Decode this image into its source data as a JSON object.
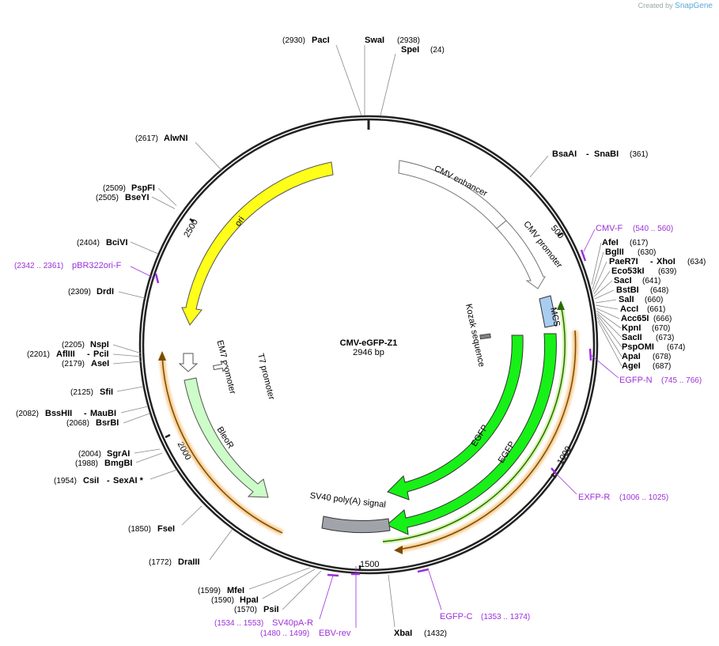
{
  "credit": {
    "prefix": "Created by",
    "brand": "SnapGene"
  },
  "plasmid": {
    "name": "CMV-eGFP-Z1",
    "length_label": "2946 bp",
    "length": 2946
  },
  "ticks": [
    "500",
    "1000",
    "1500",
    "2000",
    "2500"
  ],
  "features": [
    {
      "label": "CMV enhancer",
      "color": "#ffffff"
    },
    {
      "label": "CMV promoter",
      "color": "#ffffff"
    },
    {
      "label": "MCS",
      "color": "#a9cdf0"
    },
    {
      "label": "Kozak sequence",
      "color": "#808080"
    },
    {
      "label": "EGFP",
      "color": "#17f117"
    },
    {
      "label": "EGFP",
      "color": "#17f117"
    },
    {
      "label": "SV40 poly(A) signal",
      "color": "#a0a4aa"
    },
    {
      "label": "BleoR",
      "color": "#ccfcc8"
    },
    {
      "label": "EM7 promoter",
      "color": "#ffffff"
    },
    {
      "label": "T7 promoter",
      "color": "#ffffff"
    },
    {
      "label": "ori",
      "color": "#ffff1a"
    }
  ],
  "sites": [
    {
      "name": "PacI",
      "pos": "(2930)"
    },
    {
      "name": "SwaI",
      "pos": "(2938)"
    },
    {
      "name": "SpeI",
      "pos": "(24)"
    },
    {
      "name": "BsaAI",
      "name2": "SnaBI",
      "pos": "(361)"
    },
    {
      "name": "AfeI",
      "pos": "(617)"
    },
    {
      "name": "BglII",
      "pos": "(630)"
    },
    {
      "name": "PaeR7I",
      "name2": "XhoI",
      "pos": "(634)"
    },
    {
      "name": "Eco53kI",
      "pos": "(639)"
    },
    {
      "name": "SacI",
      "pos": "(641)"
    },
    {
      "name": "BstBI",
      "pos": "(648)"
    },
    {
      "name": "SalI",
      "pos": "(660)"
    },
    {
      "name": "AccI",
      "pos": "(661)"
    },
    {
      "name": "Acc65I",
      "pos": "(666)"
    },
    {
      "name": "KpnI",
      "pos": "(670)"
    },
    {
      "name": "SacII",
      "pos": "(673)"
    },
    {
      "name": "PspOMI",
      "pos": "(674)"
    },
    {
      "name": "ApaI",
      "pos": "(678)"
    },
    {
      "name": "AgeI",
      "pos": "(687)"
    },
    {
      "name": "XbaI",
      "pos": "(1432)"
    },
    {
      "name": "PsiI",
      "pos": "(1570)"
    },
    {
      "name": "HpaI",
      "pos": "(1590)"
    },
    {
      "name": "MfeI",
      "pos": "(1599)"
    },
    {
      "name": "DraIII",
      "pos": "(1772)"
    },
    {
      "name": "FseI",
      "pos": "(1850)"
    },
    {
      "name": "CsiI",
      "name2": "SexAI *",
      "pos": "(1954)"
    },
    {
      "name": "BmgBI",
      "pos": "(1988)"
    },
    {
      "name": "SgrAI",
      "pos": "(2004)"
    },
    {
      "name": "BsrBI",
      "pos": "(2068)"
    },
    {
      "name": "BssHII",
      "name2": "MauBI",
      "pos": "(2082)"
    },
    {
      "name": "SfiI",
      "pos": "(2125)"
    },
    {
      "name": "AseI",
      "pos": "(2179)"
    },
    {
      "name": "AflIII",
      "name2": "PciI",
      "pos": "(2201)"
    },
    {
      "name": "NspI",
      "pos": "(2205)"
    },
    {
      "name": "DrdI",
      "pos": "(2309)"
    },
    {
      "name": "BciVI",
      "pos": "(2404)"
    },
    {
      "name": "BseYI",
      "pos": "(2505)"
    },
    {
      "name": "PspFI",
      "pos": "(2509)"
    },
    {
      "name": "AlwNI",
      "pos": "(2617)"
    }
  ],
  "primers": [
    {
      "name": "CMV-F",
      "range": "(540 .. 560)"
    },
    {
      "name": "EGFP-N",
      "range": "(745 .. 766)"
    },
    {
      "name": "EXFP-R",
      "range": "(1006 .. 1025)"
    },
    {
      "name": "EGFP-C",
      "range": "(1353 .. 1374)"
    },
    {
      "name": "EBV-rev",
      "range": "(1480 .. 1499)"
    },
    {
      "name": "SV40pA-R",
      "range": "(1534 .. 1553)"
    },
    {
      "name": "pBR322ori-F",
      "range": "(2342 .. 2361)"
    }
  ],
  "colors": {
    "backbone": "#222222",
    "primer": "#9b30d9",
    "orf_outline": "#7a4a00",
    "orf_glow": "#f6c98a"
  }
}
